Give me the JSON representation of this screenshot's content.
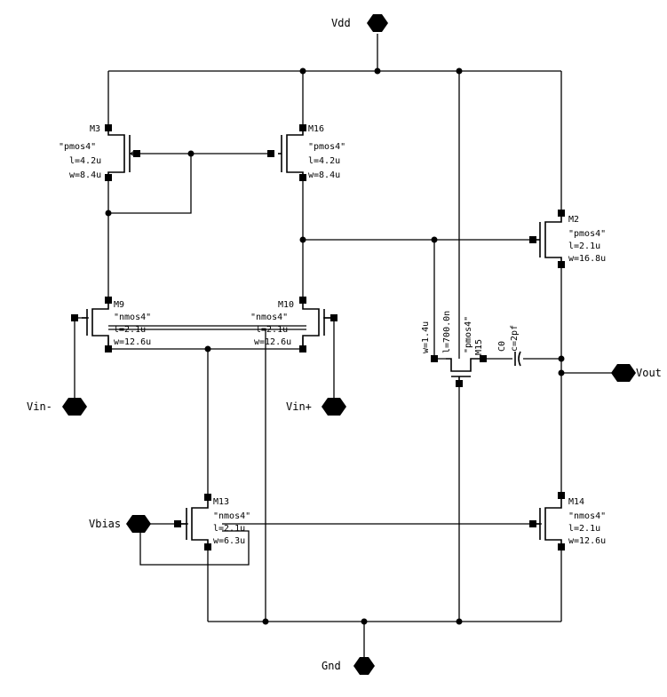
{
  "pins": {
    "vdd": "Vdd",
    "gnd": "Gnd",
    "vin_minus": "Vin-",
    "vin_plus": "Vin+",
    "vbias": "Vbias",
    "vout": "Vout"
  },
  "devices": {
    "m3": {
      "name": "M3",
      "model": "\"pmos4\"",
      "l": "l=4.2u",
      "w": "w=8.4u"
    },
    "m16": {
      "name": "M16",
      "model": "\"pmos4\"",
      "l": "l=4.2u",
      "w": "w=8.4u"
    },
    "m2": {
      "name": "M2",
      "model": "\"pmos4\"",
      "l": "l=2.1u",
      "w": "w=16.8u"
    },
    "m9": {
      "name": "M9",
      "model": "\"nmos4\"",
      "l": "l=2.1u",
      "w": "w=12.6u"
    },
    "m10": {
      "name": "M10",
      "model": "\"nmos4\"",
      "l": "l=2.1u",
      "w": "w=12.6u"
    },
    "m15": {
      "name": "M15",
      "model": "\"pmos4\"",
      "l": "l=700.0n",
      "w": "w=1.4u"
    },
    "m13": {
      "name": "M13",
      "model": "\"nmos4\"",
      "l": "l=2.1u",
      "w": "w=6.3u"
    },
    "m14": {
      "name": "M14",
      "model": "\"nmos4\"",
      "l": "l=2.1u",
      "w": "w=12.6u"
    },
    "c0": {
      "name": "C0",
      "c": "c=2pf"
    }
  }
}
